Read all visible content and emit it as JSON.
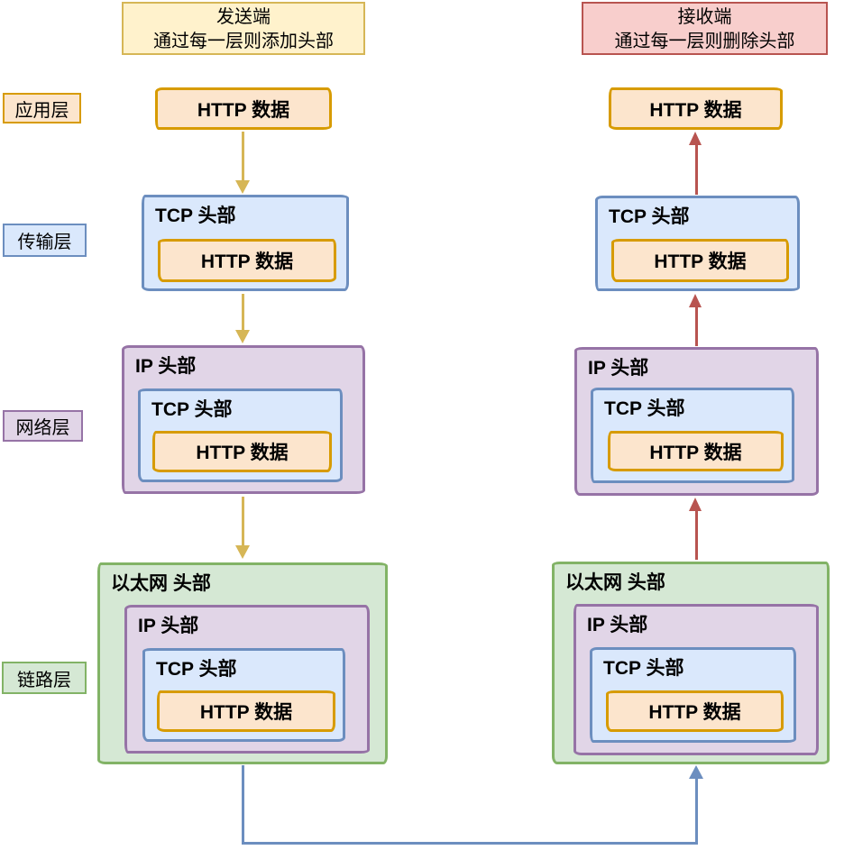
{
  "headers": {
    "sender": {
      "line1": "发送端",
      "line2": "通过每一层则添加头部"
    },
    "receiver": {
      "line1": "接收端",
      "line2": "通过每一层则删除头部"
    }
  },
  "layer_labels": {
    "application": "应用层",
    "transport": "传输层",
    "network": "网络层",
    "link": "链路层"
  },
  "box_labels": {
    "http": "HTTP 数据",
    "tcp": "TCP 头部",
    "ip": "IP 头部",
    "ethernet": "以太网 头部"
  },
  "colors": {
    "yellow_fill": "#FFF2CC",
    "yellow_stroke": "#D6B656",
    "red_fill": "#F8CECC",
    "red_stroke": "#B85450",
    "orange_fill": "#FCE5CD",
    "orange_stroke": "#D79B00",
    "blue_fill": "#DAE8FC",
    "blue_stroke": "#6C8EBF",
    "purple_fill": "#E1D5E7",
    "purple_stroke": "#9673A6",
    "green_fill": "#D5E8D4",
    "green_stroke": "#82B366",
    "down_arrow": "#D6B656",
    "up_arrow": "#B85450",
    "connector": "#6C8EBF"
  }
}
